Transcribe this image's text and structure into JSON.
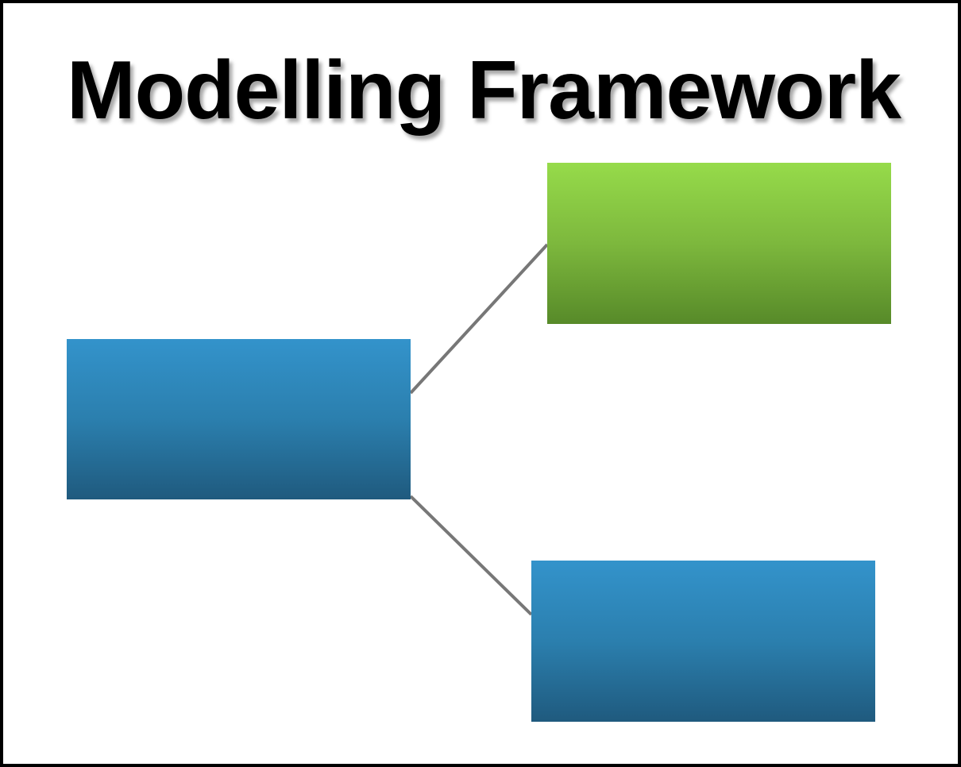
{
  "diagram": {
    "title": "Modelling Framework",
    "nodes": [
      {
        "id": "root",
        "label": "",
        "color": "#2b7fae"
      },
      {
        "id": "child-top",
        "label": "",
        "color": "#7db83d"
      },
      {
        "id": "child-bottom",
        "label": "",
        "color": "#2b7fae"
      }
    ],
    "edges": [
      {
        "from": "root",
        "to": "child-top"
      },
      {
        "from": "root",
        "to": "child-bottom"
      }
    ],
    "connector_color": "#777777",
    "border_color": "#000000"
  }
}
